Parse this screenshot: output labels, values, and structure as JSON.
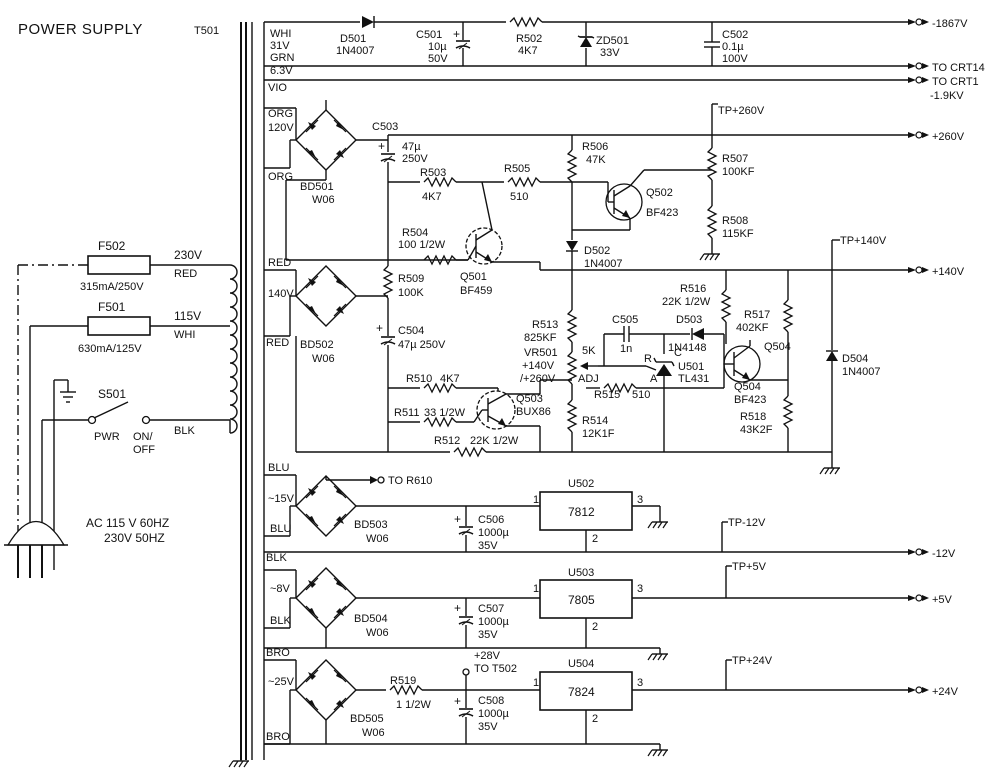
{
  "title": "POWER SUPPLY",
  "transformer": {
    "ref": "T501"
  },
  "mains": {
    "fuses": [
      {
        "ref": "F502",
        "rating": "315mA/250V",
        "tap": "230V",
        "wire": "RED"
      },
      {
        "ref": "F501",
        "rating": "630mA/125V",
        "tap": "115V",
        "wire": "WHI"
      }
    ],
    "switch": {
      "ref": "S501",
      "label1": "PWR",
      "label2": "ON/",
      "label3": "OFF",
      "wire": "BLK"
    },
    "ac_label_1": "AC 115 V 60HZ",
    "ac_label_2": "230V 50HZ"
  },
  "hv_section": {
    "wires": [
      "WHI",
      "31V",
      "GRN",
      "6.3V",
      "VIO"
    ],
    "d501": {
      "ref": "D501",
      "part": "1N4007"
    },
    "c501": {
      "ref": "C501",
      "value1": "10µ",
      "value2": "50V"
    },
    "r502": {
      "ref": "R502",
      "value": "4K7"
    },
    "zd501": {
      "ref": "ZD501",
      "value": "33V"
    },
    "c502": {
      "ref": "C502",
      "value1": "0.1µ",
      "value2": "100V"
    },
    "out_neg": "-1867V",
    "out_crt14": "TO CRT14",
    "out_crt1": "TO CRT1",
    "out_crt1_v": "-1.9KV"
  },
  "b260": {
    "wire_top": "ORG",
    "tap": "120V",
    "wire_bot": "ORG",
    "bridge": {
      "ref": "BD501",
      "part": "W06"
    },
    "c503": {
      "ref": "C503",
      "value1": "47µ",
      "value2": "250V"
    },
    "r503": {
      "ref": "R503",
      "value": "4K7"
    },
    "r505": {
      "ref": "R505",
      "value": "510"
    },
    "r506": {
      "ref": "R506",
      "value": "47K"
    },
    "q502": {
      "ref": "Q502",
      "part": "BF423"
    },
    "r507": {
      "ref": "R507",
      "value": "100KF"
    },
    "r508": {
      "ref": "R508",
      "value": "115KF"
    },
    "tp": "TP+260V",
    "out": "+260V"
  },
  "b140": {
    "wire_top": "RED",
    "tap": "140V",
    "wire_bot": "RED",
    "bridge": {
      "ref": "BD502",
      "part": "W06"
    },
    "r504": {
      "ref": "R504",
      "value": "100 1/2W"
    },
    "q501": {
      "ref": "Q501",
      "part": "BF459"
    },
    "d502": {
      "ref": "D502",
      "part": "1N4007"
    },
    "r509": {
      "ref": "R509",
      "value": "100K"
    },
    "c504": {
      "ref": "C504",
      "value": "47µ 250V"
    },
    "r513": {
      "ref": "R513",
      "value": "825KF"
    },
    "vr501": {
      "ref": "VR501",
      "line1": "+140V",
      "line2": "/+260V",
      "pot": "5K",
      "adj": "ADJ"
    },
    "c505": {
      "ref": "C505",
      "value": "1n"
    },
    "d503": {
      "ref": "D503",
      "part": "1N4148"
    },
    "u501": {
      "ref": "U501",
      "part": "TL431",
      "pin_r": "R",
      "pin_c": "C",
      "pin_a": "A"
    },
    "r516": {
      "ref": "R516",
      "value": "22K 1/2W"
    },
    "r517": {
      "ref": "R517",
      "value": "402KF"
    },
    "q504": {
      "ref": "Q504",
      "ref2": "Q504",
      "part": "BF423"
    },
    "r518": {
      "ref": "R518",
      "value": "43K2F"
    },
    "r510": {
      "ref": "R510",
      "value": "4K7"
    },
    "r511": {
      "ref": "R511",
      "value": "33 1/2W"
    },
    "q503": {
      "ref": "Q503",
      "part": "BUX86"
    },
    "r512": {
      "ref": "R512",
      "value": "22K 1/2W"
    },
    "r515": {
      "ref": "R515",
      "value": "510"
    },
    "r514": {
      "ref": "R514",
      "value": "12K1F"
    },
    "d504": {
      "ref": "D504",
      "part": "1N4007"
    },
    "tp": "TP+140V",
    "out": "+140V"
  },
  "b12": {
    "wire_top": "BLU",
    "tap": "~15V",
    "wire_bot": "BLU",
    "to_r610": "TO R610",
    "bridge": {
      "ref": "BD503",
      "part": "W06"
    },
    "cap": {
      "ref": "C506",
      "value1": "1000µ",
      "value2": "35V"
    },
    "reg": {
      "ref": "U502",
      "part": "7812",
      "pin1": "1",
      "pin2": "2",
      "pin3": "3"
    },
    "tp": "TP-12V",
    "out": "-12V"
  },
  "b5": {
    "wire_top": "BLK",
    "tap": "~8V",
    "wire_bot": "BLK",
    "bridge": {
      "ref": "BD504",
      "part": "W06"
    },
    "cap": {
      "ref": "C507",
      "value1": "1000µ",
      "value2": "35V"
    },
    "reg": {
      "ref": "U503",
      "part": "7805",
      "pin1": "1",
      "pin2": "2",
      "pin3": "3"
    },
    "tp": "TP+5V",
    "out": "+5V"
  },
  "b24": {
    "wire_top": "BRO",
    "tap": "~25V",
    "wire_bot": "BRO",
    "r519": {
      "ref": "R519",
      "value": "1 1/2W"
    },
    "bridge": {
      "ref": "BD505",
      "part": "W06"
    },
    "to_t502_v": "+28V",
    "to_t502": "TO T502",
    "cap": {
      "ref": "C508",
      "value1": "1000µ",
      "value2": "35V"
    },
    "reg": {
      "ref": "U504",
      "part": "7824",
      "pin1": "1",
      "pin2": "2",
      "pin3": "3"
    },
    "tp": "TP+24V",
    "out": "+24V"
  }
}
